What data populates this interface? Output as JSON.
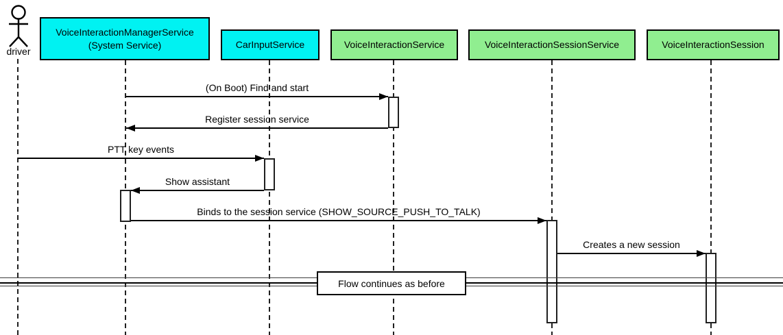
{
  "diagram_type": "uml-sequence",
  "colors": {
    "internal_service_fill": "#00F2F2",
    "external_service_fill": "#90EE90",
    "note_fill": "#FFFFFF",
    "line": "#000000"
  },
  "actor": {
    "label": "driver"
  },
  "participants": [
    {
      "line1": "VoiceInteractionManagerService",
      "line2": "(System Service)",
      "fill_role": "internal_service_fill"
    },
    {
      "line1": "CarInputService",
      "line2": "",
      "fill_role": "internal_service_fill"
    },
    {
      "line1": "VoiceInteractionService",
      "line2": "",
      "fill_role": "external_service_fill"
    },
    {
      "line1": "VoiceInteractionSessionService",
      "line2": "",
      "fill_role": "external_service_fill"
    },
    {
      "line1": "VoiceInteractionSession",
      "line2": "",
      "fill_role": "external_service_fill"
    }
  ],
  "messages": [
    {
      "label": "(On Boot) Find and start",
      "from": "VoiceInteractionManagerService (System Service)",
      "to": "VoiceInteractionService",
      "direction": "right"
    },
    {
      "label": "Register session service",
      "from": "VoiceInteractionService",
      "to": "VoiceInteractionManagerService (System Service)",
      "direction": "left"
    },
    {
      "label": "PTT key events",
      "from": "driver",
      "to": "CarInputService",
      "direction": "right"
    },
    {
      "label": "Show assistant",
      "from": "CarInputService",
      "to": "VoiceInteractionManagerService (System Service)",
      "direction": "left"
    },
    {
      "label": "Binds to the session service (SHOW_SOURCE_PUSH_TO_TALK)",
      "from": "VoiceInteractionManagerService (System Service)",
      "to": "VoiceInteractionSessionService",
      "direction": "right"
    },
    {
      "label": "Creates a new session",
      "from": "VoiceInteractionSessionService",
      "to": "VoiceInteractionSession",
      "direction": "right"
    }
  ],
  "continuation": {
    "label": "Flow continues as before"
  }
}
